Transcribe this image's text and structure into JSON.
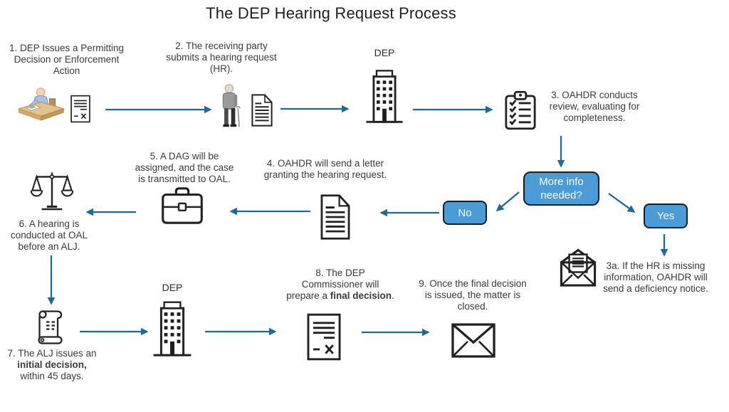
{
  "title": "The DEP Hearing Request Process",
  "colors": {
    "arrow": "#1E6A96",
    "box_fill": "#4A9BD6",
    "box_border": "#141E28",
    "text": "#3A3A3A",
    "icon": "#222222"
  },
  "nodes": {
    "step1": {
      "lines": [
        "1. DEP Issues a Permitting",
        "Decision or Enforcement",
        "Action"
      ]
    },
    "step2": {
      "lines": [
        "2. The receiving party",
        "submits a hearing request",
        "(HR)."
      ]
    },
    "dep_top": {
      "label": "DEP"
    },
    "step3": {
      "lines": [
        "3. OAHDR conducts",
        "review, evaluating for",
        "completeness."
      ]
    },
    "decision": {
      "question": "More info needed?",
      "no_label": "No",
      "yes_label": "Yes"
    },
    "step3a": {
      "lines": [
        "3a. If the HR is missing",
        "information, OAHDR will",
        "send a deficiency notice."
      ]
    },
    "step4": {
      "lines": [
        "4. OAHDR will send a letter",
        "granting the hearing request."
      ]
    },
    "step5": {
      "lines": [
        "5. A DAG will be",
        "assigned, and the case",
        "is transmitted to OAL."
      ]
    },
    "step6": {
      "lines": [
        "6. A hearing is",
        "conducted at OAL",
        "before an ALJ."
      ]
    },
    "step7": {
      "line1": "7. The ALJ issues an",
      "line2_bold": "initial decision,",
      "line3": "within 45 days."
    },
    "dep_bottom": {
      "label": "DEP"
    },
    "step8": {
      "line1": "8. The DEP",
      "line2": "Commissioner will",
      "line3_before": "prepare a ",
      "line3_bold": "final decision",
      "line3_after": "."
    },
    "step9": {
      "lines": [
        "9. Once the final decision",
        "is issued, the matter is",
        "closed."
      ]
    }
  },
  "icons": {
    "person_signing": "person-signing-at-desk",
    "signed_document": "document-with-signature-x",
    "person_cane": "elderly-person-with-cane",
    "document": "document-with-lines",
    "building": "office-building",
    "clipboard": "clipboard-checklist",
    "briefcase": "briefcase",
    "scales": "scales-of-justice",
    "scroll": "paper-scroll",
    "envelope_open": "open-envelope-with-letter",
    "envelope_closed": "closed-envelope"
  }
}
